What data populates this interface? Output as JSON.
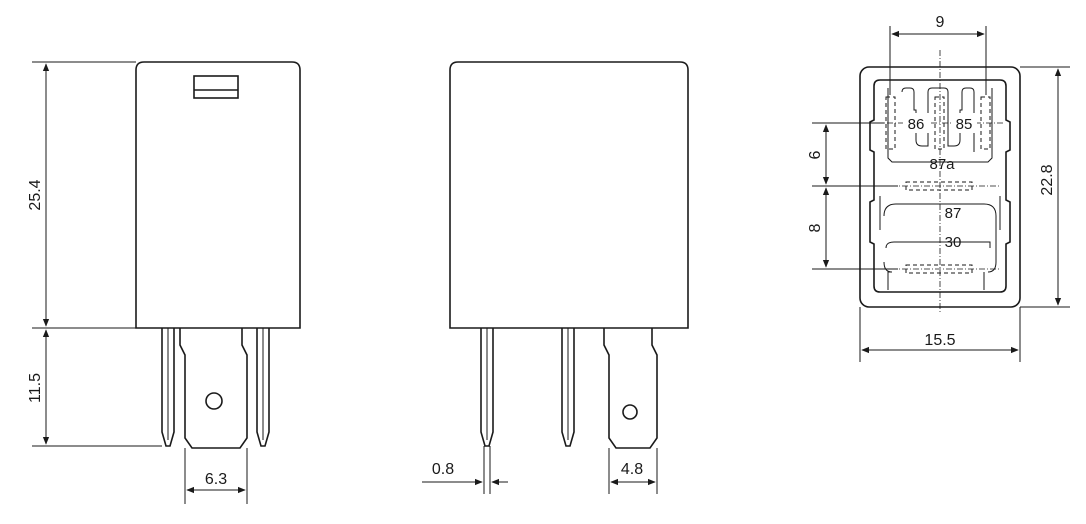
{
  "dimensions": {
    "body_height": "25.4",
    "pin_length": "11.5",
    "wide_pin_width": "6.3",
    "pin_thickness": "0.8",
    "side_pin_width": "4.8",
    "pin_spacing_top": "9",
    "pin_spacing_vertical_1": "6",
    "pin_spacing_vertical_2": "8",
    "base_height": "22.8",
    "base_width": "15.5"
  },
  "terminals": [
    "86",
    "85",
    "87a",
    "87",
    "30"
  ]
}
